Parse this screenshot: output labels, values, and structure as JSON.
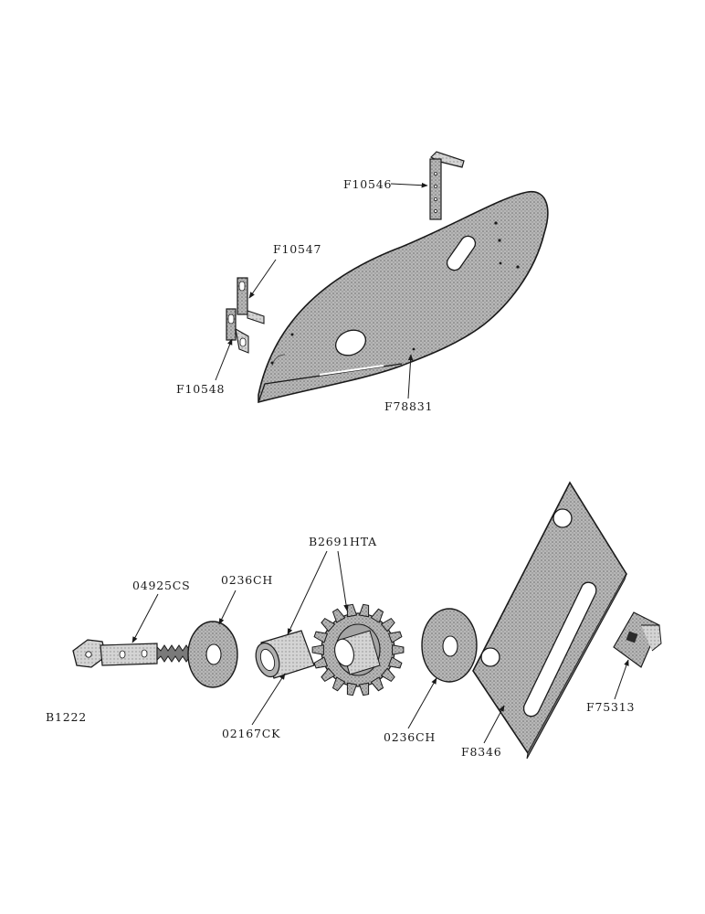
{
  "labels": {
    "f10546": "F10546",
    "f10547": "F10547",
    "f10548": "F10548",
    "f78831": "F78831",
    "b2691hta": "B2691HTA",
    "p04925cs": "04925CS",
    "p0236ch_left": "0236CH",
    "b1222": "B1222",
    "p02167ck": "02167CK",
    "p0236ch_right": "0236CH",
    "f8346": "F8346",
    "f75313": "F75313"
  },
  "colors": {
    "ink": "#1a1a1a",
    "shade": "#8a8a8a",
    "light_shade": "#c6c6c6",
    "paper": "#ffffff"
  }
}
